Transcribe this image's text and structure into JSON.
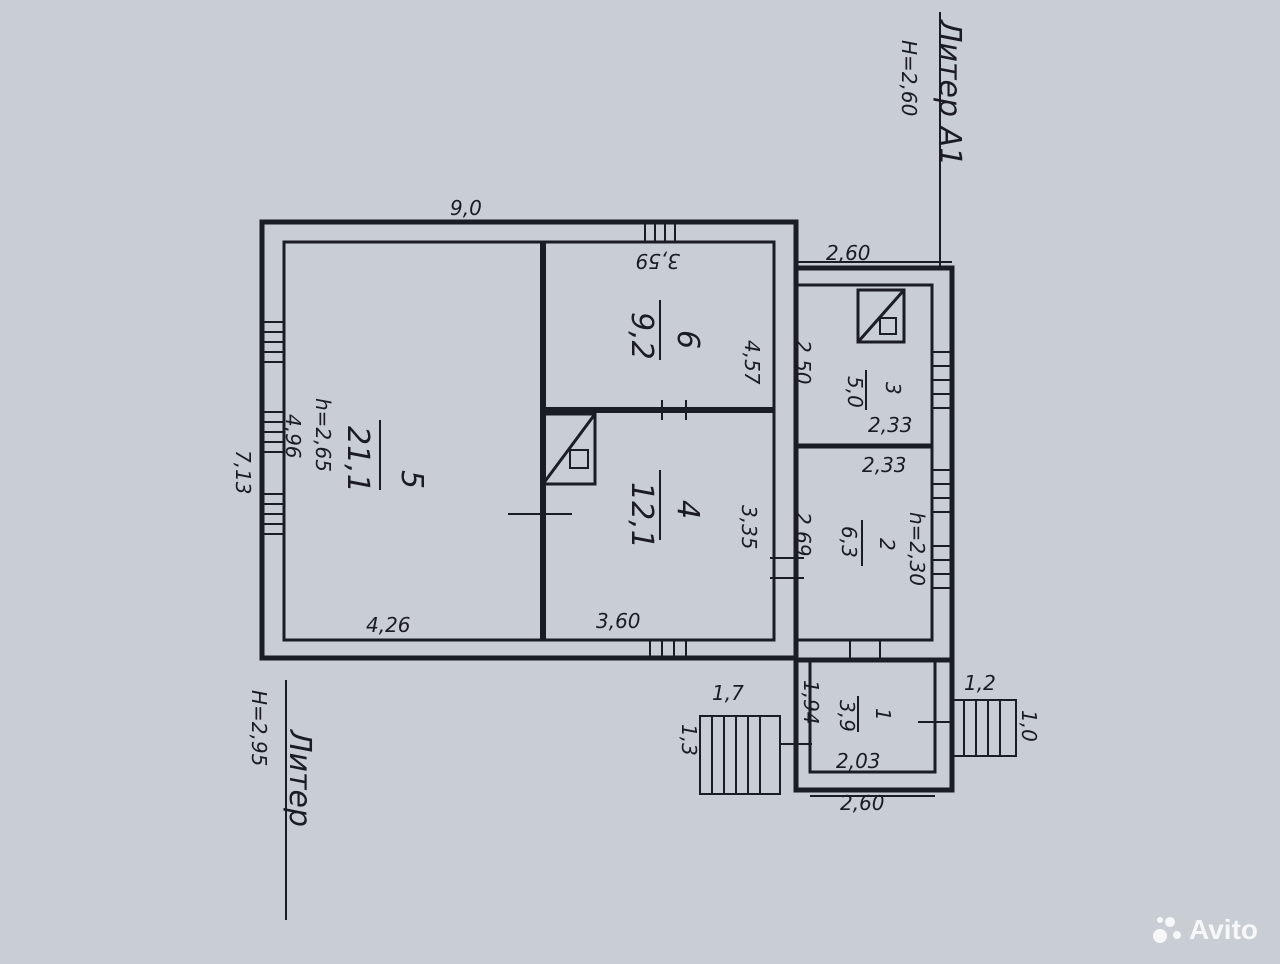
{
  "plan": {
    "total_width": "9,0",
    "total_height": "7,13",
    "room5": {
      "number": "5",
      "area": "21,1",
      "ceiling": "h=2,65",
      "length": "4,96",
      "width": "4,26"
    },
    "room6": {
      "number": "6",
      "area": "9,2",
      "width": "3,59",
      "length": "4,57"
    },
    "room4": {
      "number": "4",
      "area": "12,1",
      "width": "3,60",
      "length": "3,35"
    },
    "room3": {
      "number": "3",
      "area": "5,0",
      "length": "2,50",
      "width": "2,33"
    },
    "room2": {
      "number": "2",
      "area": "6,3",
      "length": "2,69",
      "width": "2,33",
      "ceiling": "h=2,30"
    },
    "room1": {
      "number": "1",
      "area": "3,9",
      "length": "1,94",
      "width": "2,03"
    },
    "annex_width": "2,60",
    "porch_width": "2,60",
    "steps_left": {
      "w": "1,7",
      "h": "1,3"
    },
    "steps_right": {
      "w": "1,2",
      "h": "1,0"
    },
    "section_label": "Литер",
    "section_height": "H=2,95",
    "annex_label": "Литер А1",
    "annex_height": "H=2,60"
  },
  "watermark": {
    "text": "Avito"
  }
}
